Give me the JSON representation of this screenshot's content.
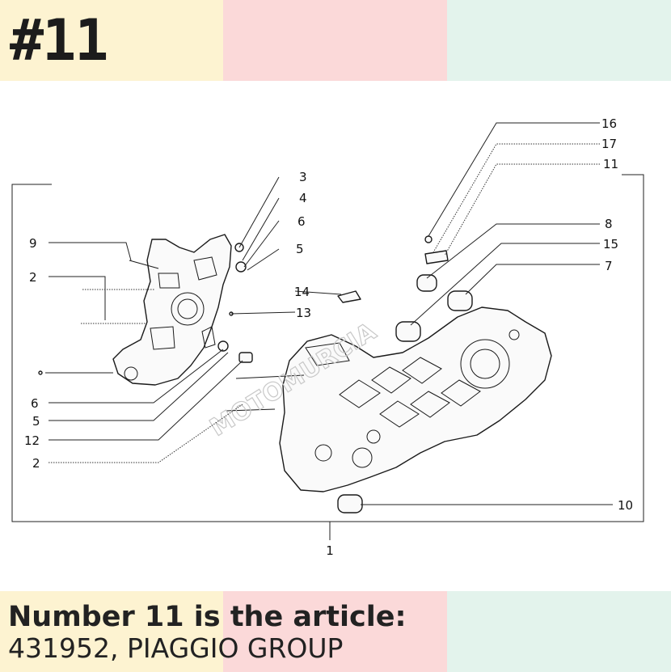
{
  "header": {
    "badge": "#11"
  },
  "diagram": {
    "callouts": {
      "c1": "1",
      "c2a": "2",
      "c2b": "2",
      "c3": "3",
      "c4": "4",
      "c5a": "5",
      "c5b": "5",
      "c6a": "6",
      "c6b": "6",
      "c7": "7",
      "c8": "8",
      "c9": "9",
      "c10": "10",
      "c11": "11",
      "c12": "12",
      "c13": "13",
      "c14": "14",
      "c15": "15",
      "c16": "16",
      "c17": "17"
    },
    "watermark": "MOTOMURCIA"
  },
  "footer": {
    "title": "Number 11 is the article:",
    "article": "431952, PIAGGIO GROUP"
  },
  "colors": {
    "yellow": "#fdf3d1",
    "pink": "#fbd9d9",
    "mint": "#e3f3ec",
    "text": "#222222"
  }
}
